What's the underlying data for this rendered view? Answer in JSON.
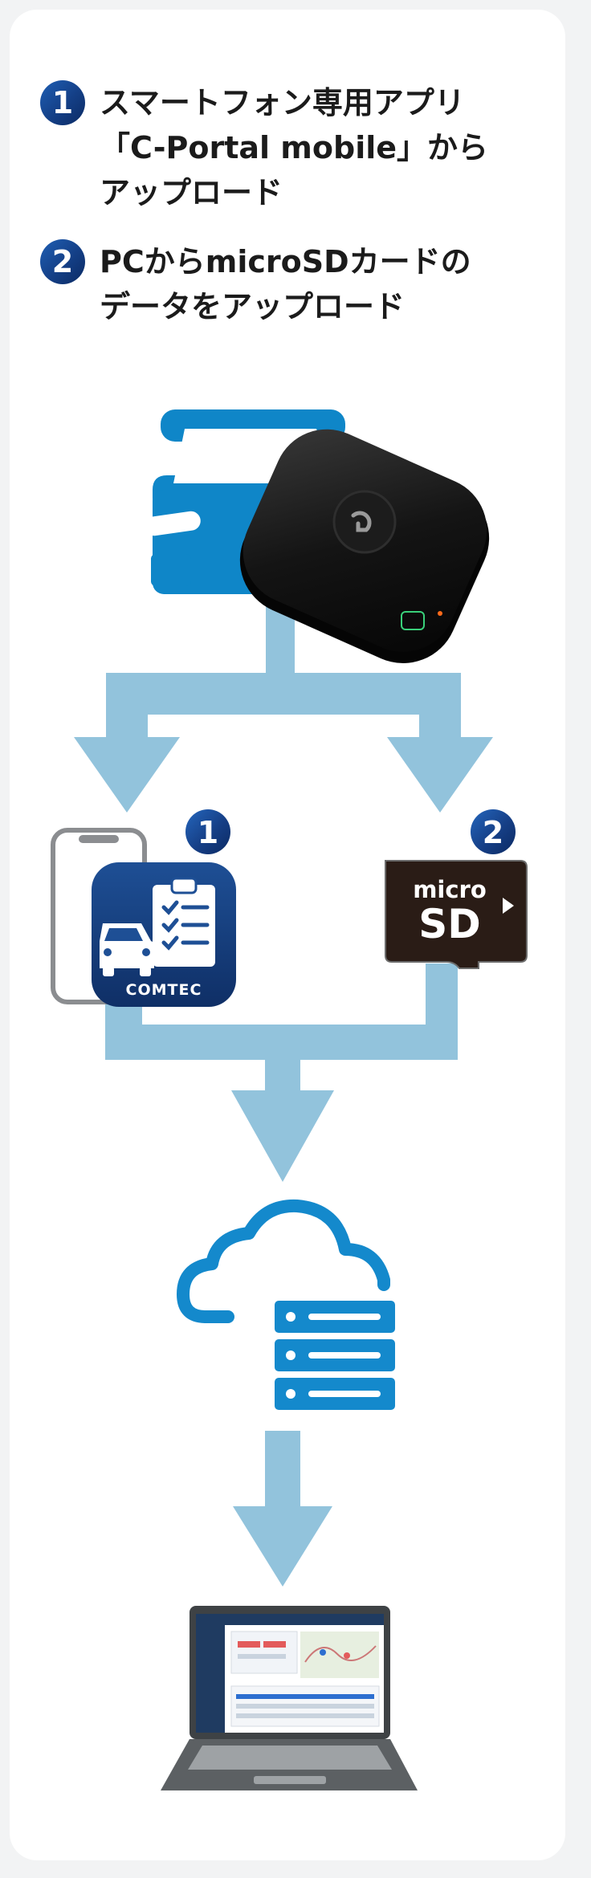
{
  "steps": [
    {
      "number": "1",
      "lines": [
        "スマートフォン専用アプリ",
        "「C-Portal mobile」から",
        "アップロード"
      ]
    },
    {
      "number": "2",
      "lines": [
        "PCからmicroSDカードの",
        "データをアップロード"
      ]
    }
  ],
  "diagram": {
    "badge_1": "1",
    "badge_2": "2",
    "app_logo_text": "COMTEC",
    "sd_text_top": "micro",
    "sd_text_bottom": "SD"
  },
  "colors": {
    "arrow": "#92c3dc",
    "car": "#0f86c8",
    "badge_blue": "#163f86",
    "cloud": "#1489cc",
    "device": "#151515",
    "sd_card": "#2a1c16",
    "laptop": "#5c6063"
  },
  "icons": [
    "car-icon",
    "dashcam-device-icon",
    "smartphone-icon",
    "comtec-app-icon",
    "microsd-card-icon",
    "cloud-server-icon",
    "laptop-icon"
  ]
}
